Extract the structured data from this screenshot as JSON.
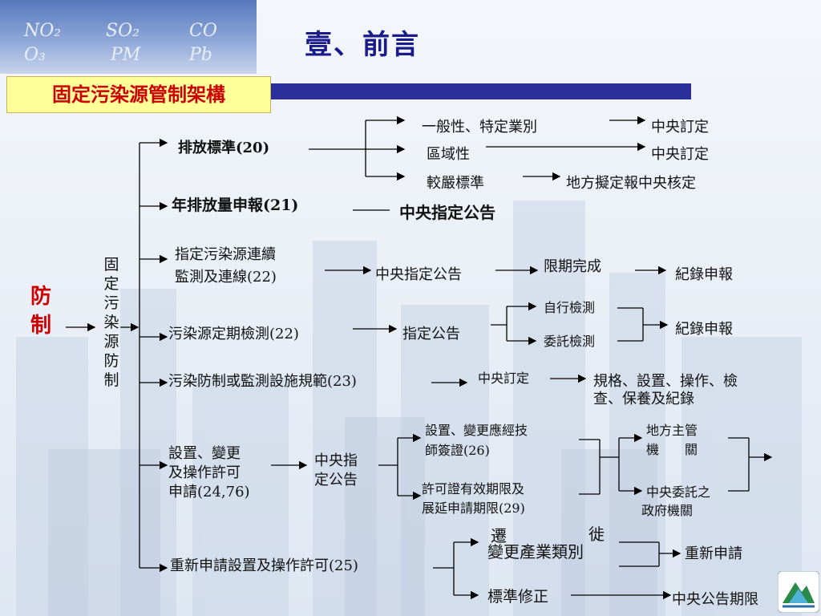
{
  "title": "壹、前言",
  "badge": "固定污染源管制架構",
  "header_chem": [
    "NO₂",
    "SO₂",
    "CO",
    "O₃",
    "PM",
    "Pb"
  ],
  "root": "防制",
  "vertical_label": "固定污染源防制",
  "n": {
    "std": "排放標準(20)",
    "std1": "一般性、特定業別",
    "std1r": "中央訂定",
    "std2": "區域性",
    "std2r": "中央訂定",
    "std3": "較嚴標準",
    "std3r": "地方擬定報中央核定",
    "annual": "年排放量申報(21)",
    "annual_r": "中央指定公告",
    "cems1": "指定污染源連續",
    "cems2": "監測及連線(22)",
    "cems_a": "中央指定公告",
    "cems_b": "限期完成",
    "cems_c": "紀錄申報",
    "periodic": "污染源定期檢測(22)",
    "periodic_a": "指定公告",
    "self": "自行檢測",
    "entrust": "委託檢測",
    "periodic_r": "紀錄申報",
    "spec": "污染防制或監測設施規範(23)",
    "spec_a": "中央訂定",
    "spec_b1": "規格、設置、操作、檢",
    "spec_b2": "查、保養及紀錄",
    "permit1": "設置、變更",
    "permit2": "及操作許可",
    "permit3": "申請(24,76)",
    "permit_a1": "中央指",
    "permit_a2": "定公告",
    "eng1": "設置、變更應經技",
    "eng2": "師簽證(26)",
    "valid1": "許可證有效期限及",
    "valid2": "展延申請期限(29)",
    "local1": "地方主管",
    "local2": "機　　關",
    "central1": "中央委託之",
    "central2": "政府機關",
    "reapply": "重新申請設置及操作許可(25)",
    "move1": "遷",
    "move2": "徙",
    "change": "變更產業類別",
    "reapply_r": "重新申請",
    "revise": "標準修正",
    "deadline": "中央公告期限"
  }
}
